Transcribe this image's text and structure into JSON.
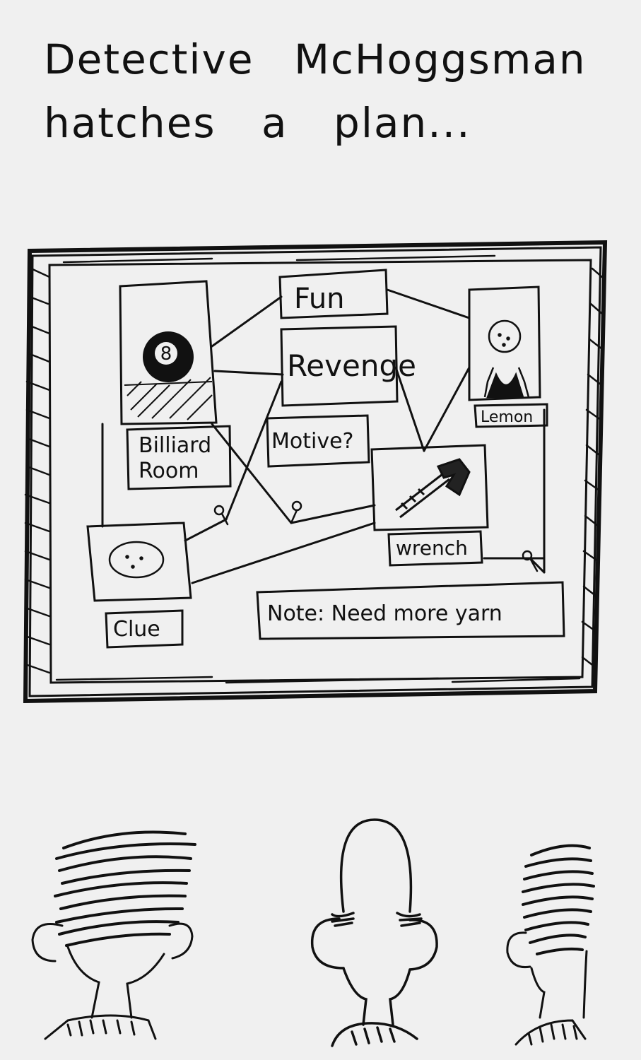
{
  "title": {
    "line1": "Detective McHoggsman",
    "line2": "hatches a plan..."
  },
  "board": {
    "cards": {
      "fun": "Fun",
      "revenge": "Revenge",
      "motive": "Motive?",
      "billiard_line1": "Billiard",
      "billiard_line2": "Room",
      "eight_ball": "8",
      "lemon": "Lemon",
      "wrench": "wrench",
      "clue": "Clue",
      "note": "Note: Need more yarn"
    }
  },
  "style": {
    "ink": "#111111",
    "paper": "#f0f0f0"
  }
}
